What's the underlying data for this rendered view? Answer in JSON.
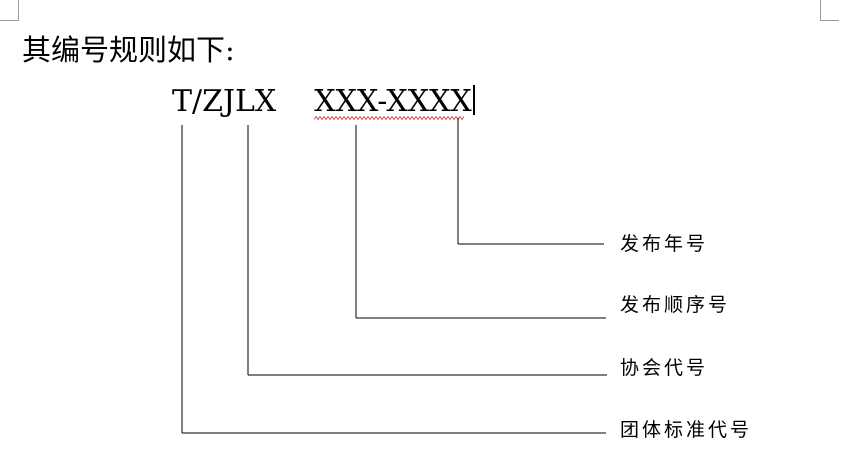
{
  "document": {
    "heading": "其编号规则如下:",
    "code": {
      "prefix": "T/ZJLX",
      "number": "XXX-XXXX"
    },
    "labels": {
      "year": "发布年号",
      "sequence": "发布顺序号",
      "association": "协会代号",
      "group_standard": "团体标准代号"
    },
    "colors": {
      "text": "#000000",
      "spellcheck_underline": "#e05050",
      "margin_marks": "#9a9a9a"
    }
  }
}
